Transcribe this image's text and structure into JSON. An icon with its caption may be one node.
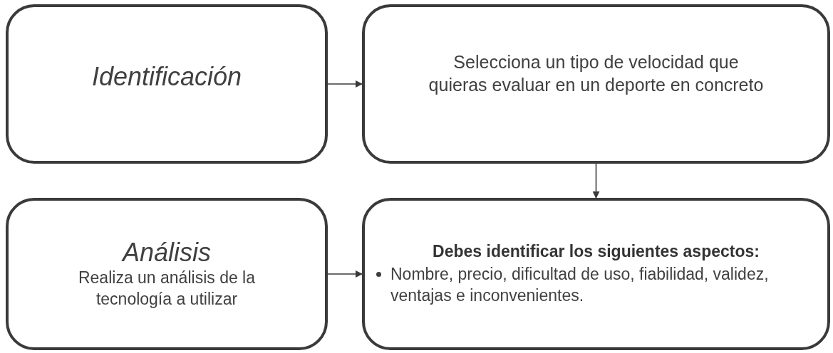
{
  "diagram": {
    "nodes": [
      {
        "text": [
          "Identificación"
        ]
      },
      {
        "text": [
          "Selecciona un tipo de velocidad que quieras evaluar en un deporte en concreto"
        ]
      },
      {
        "text": [
          "Análisis",
          "Realiza un análisis de la tecnología a utilizar"
        ]
      },
      {
        "text": [
          "Debes identificar los siguientes aspectos:",
          "Nombre, precio, dificultad de uso, fiabilidad, validez, ventajas e inconvenientes."
        ]
      }
    ],
    "edges": [
      {
        "from": 0,
        "to": 1,
        "arrow": "to"
      },
      {
        "from": 1,
        "to": 3,
        "arrow": "to"
      },
      {
        "from": 2,
        "to": 3,
        "arrow": "to"
      }
    ]
  }
}
